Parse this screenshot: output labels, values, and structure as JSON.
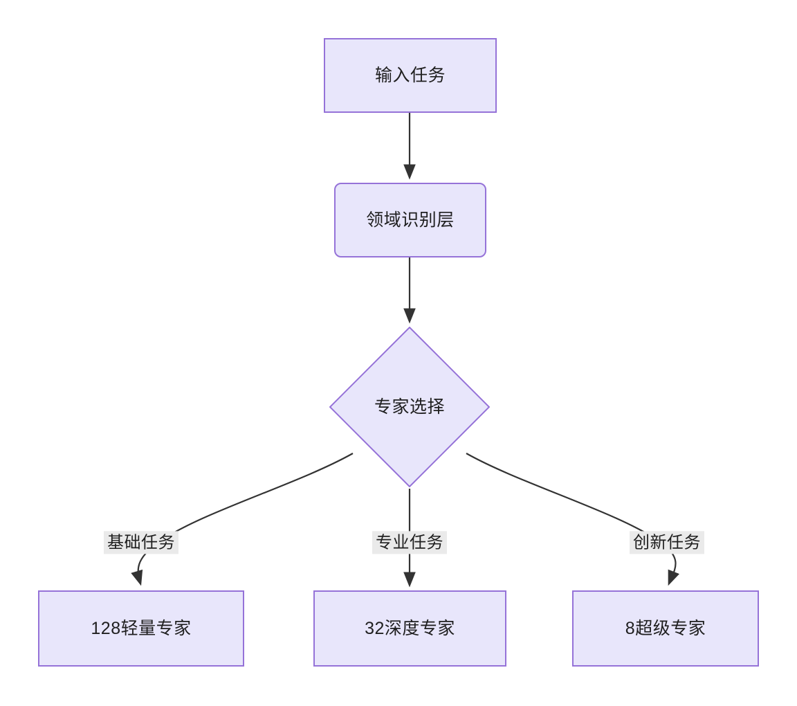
{
  "diagram": {
    "type": "flowchart",
    "direction": "top-down",
    "theme": {
      "node_fill": "#e8e6fb",
      "node_stroke": "#9572d8",
      "edge_stroke": "#333333",
      "edge_label_bg": "#eaeaea",
      "text_color": "#1f1f1f",
      "canvas_bg": "#ffffff"
    },
    "nodes": [
      {
        "id": "input",
        "label": "输入任务",
        "shape": "rectangle"
      },
      {
        "id": "domain",
        "label": "领域识别层",
        "shape": "rounded-rectangle"
      },
      {
        "id": "selection",
        "label": "专家选择",
        "shape": "diamond"
      },
      {
        "id": "light",
        "label": "128轻量专家",
        "shape": "rectangle"
      },
      {
        "id": "deep",
        "label": "32深度专家",
        "shape": "rectangle"
      },
      {
        "id": "super",
        "label": "8超级专家",
        "shape": "rectangle"
      }
    ],
    "edges": [
      {
        "from": "input",
        "to": "domain",
        "label": ""
      },
      {
        "from": "domain",
        "to": "selection",
        "label": ""
      },
      {
        "from": "selection",
        "to": "light",
        "label": "基础任务"
      },
      {
        "from": "selection",
        "to": "deep",
        "label": "专业任务"
      },
      {
        "from": "selection",
        "to": "super",
        "label": "创新任务"
      }
    ]
  }
}
